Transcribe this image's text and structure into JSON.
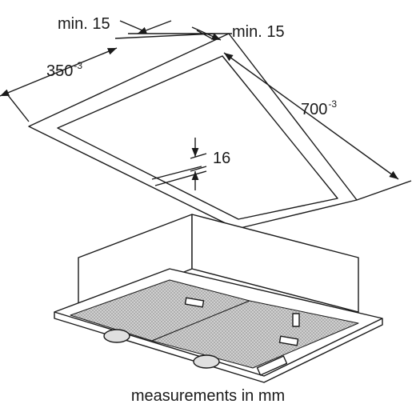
{
  "dimensions": {
    "clearance_left": "min. 15",
    "clearance_right": "min. 15",
    "width": "350",
    "width_tolerance": "-3",
    "depth": "700",
    "depth_tolerance": "-3",
    "thickness": "16"
  },
  "caption": "measurements in mm",
  "colors": {
    "line": "#1a1a1a",
    "filter_mesh": "#b8b8b8",
    "light": "#e0e0e0"
  }
}
